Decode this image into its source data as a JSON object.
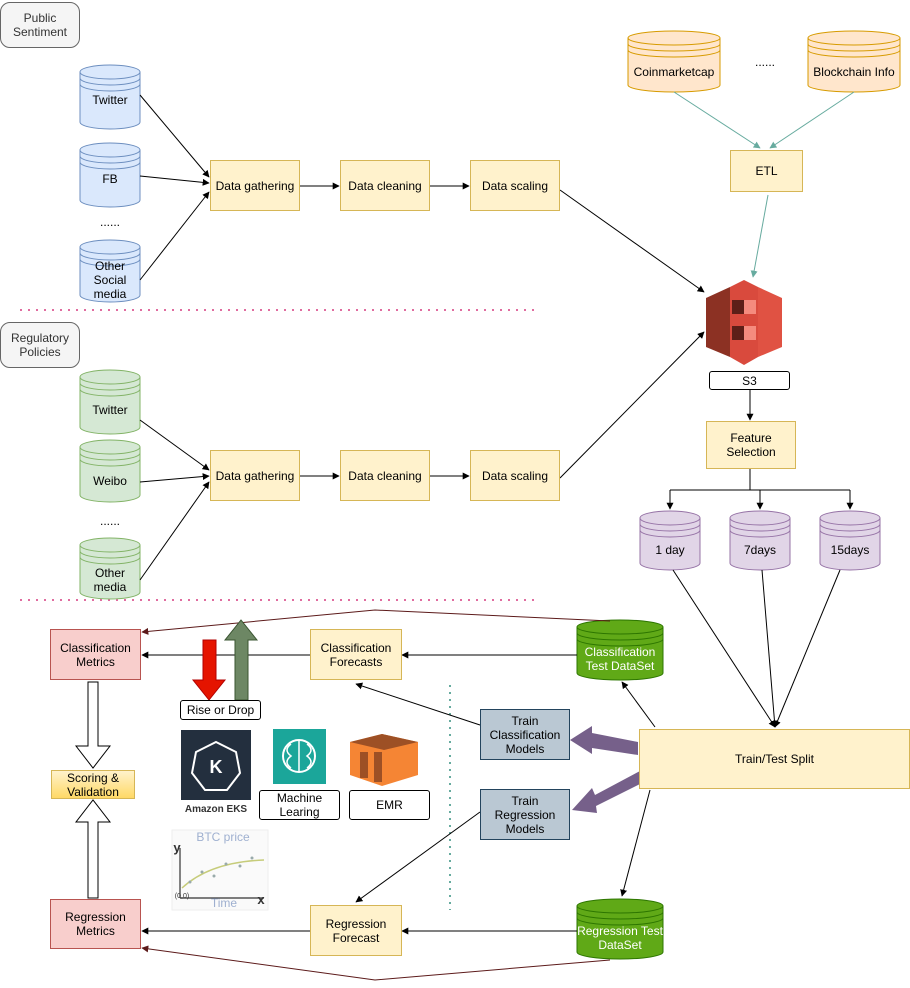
{
  "sections": {
    "sentiment_label": "Public Sentiment",
    "regulatory_label": "Regulatory Policies"
  },
  "sentiment": {
    "sources": [
      "Twitter",
      "FB",
      "Other Social media"
    ],
    "ellipsis": "......",
    "steps": [
      "Data gathering",
      "Data cleaning",
      "Data scaling"
    ]
  },
  "regulatory": {
    "sources": [
      "Twitter",
      "Weibo",
      "Other media"
    ],
    "ellipsis": "......",
    "steps": [
      "Data gathering",
      "Data cleaning",
      "Data scaling"
    ]
  },
  "market": {
    "sources": [
      "Coinmarketcap",
      "Blockchain Info"
    ],
    "ellipsis": "......",
    "etl": "ETL"
  },
  "storage": {
    "s3_label": "S3"
  },
  "feature_selection": "Feature Selection",
  "windows": [
    "1 day",
    "7days",
    "15days"
  ],
  "split": "Train/Test Split",
  "models": {
    "train_classification": "Train Classification Models",
    "train_regression": "Train Regression Models"
  },
  "datasets": {
    "classification_test": "Classification Test DataSet",
    "regression_test": "Regression Test DataSet"
  },
  "forecasts": {
    "classification": "Classification Forecasts",
    "regression": "Regression Forecast"
  },
  "metrics": {
    "classification": "Classification Metrics",
    "regression": "Regression Metrics",
    "scoring": "Scoring & Validation"
  },
  "tools": {
    "rise_or_drop": "Rise or Drop",
    "eks": "Amazon EKS",
    "ml": "Machine Learing",
    "emr": "EMR",
    "btc_title": "BTC price",
    "btc_y": "y",
    "btc_x": "x",
    "btc_time": "Time",
    "btc_origin": "(0,0)"
  },
  "colors": {
    "blue_db": "#dae8fc",
    "green_db": "#d5e8d4",
    "orange_db": "#ffe6cc",
    "purple_db": "#e1d5e7",
    "dark_green_db": "#60a917",
    "aws_red": "#d94a3d",
    "aws_orange": "#f58534",
    "ml_teal": "#1ba69a",
    "eks_dark": "#232f3e"
  }
}
